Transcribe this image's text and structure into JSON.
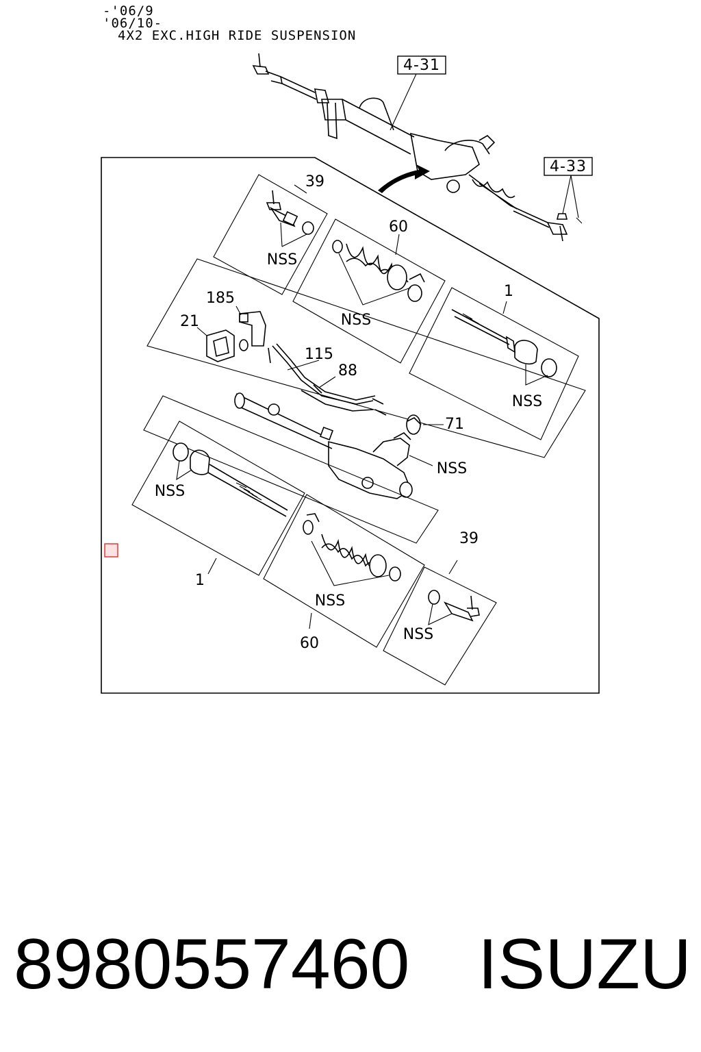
{
  "header": {
    "line1": "-'06/9",
    "line2": "'06/10-",
    "line3": "4X2 EXC.HIGH RIDE SUSPENSION"
  },
  "refs": {
    "assembly": "4-31",
    "nut": "4-33"
  },
  "labels": {
    "tie_rod_end_top": "39",
    "boot_top": "60",
    "inner_rod_top": "1",
    "nss_tie_rod_end_top": "NSS",
    "nss_boot_top": "NSS",
    "nss_inner_rod_top": "NSS",
    "bracket": "185",
    "bush": "21",
    "pipe": "115",
    "union": "88",
    "mount": "71",
    "nss_gear": "NSS",
    "nss_inner_rod_bottom": "NSS",
    "inner_rod_bottom": "1",
    "nss_boot_bottom": "NSS",
    "boot_bottom": "60",
    "tie_rod_end_bottom": "39",
    "nss_tie_rod_end_bottom": "NSS"
  },
  "footer": {
    "part_number": "8980557460",
    "brand": "ISUZU"
  },
  "colors": {
    "line": "#000000",
    "marker": "#e53935",
    "marker_fill": "#fbe3e3"
  }
}
